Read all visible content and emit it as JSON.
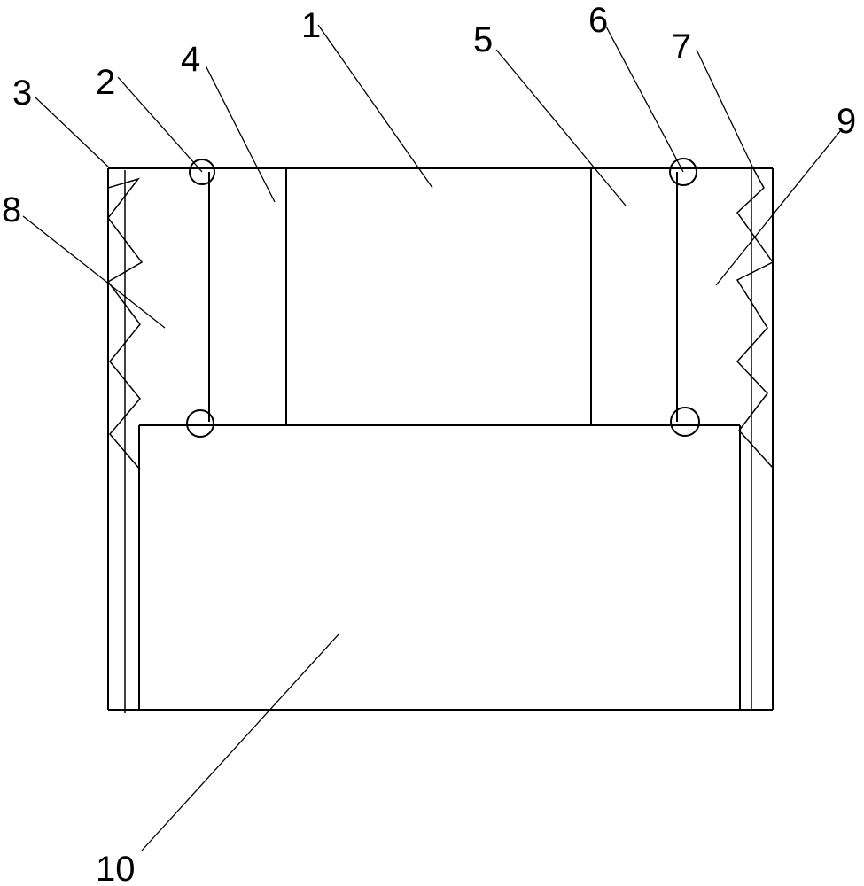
{
  "labels": {
    "n1": "1",
    "n2": "2",
    "n3": "3",
    "n4": "4",
    "n5": "5",
    "n6": "6",
    "n7": "7",
    "n8": "8",
    "n9": "9",
    "n10": "10"
  },
  "colors": {
    "stroke": "#000000",
    "background": "#ffffff"
  }
}
